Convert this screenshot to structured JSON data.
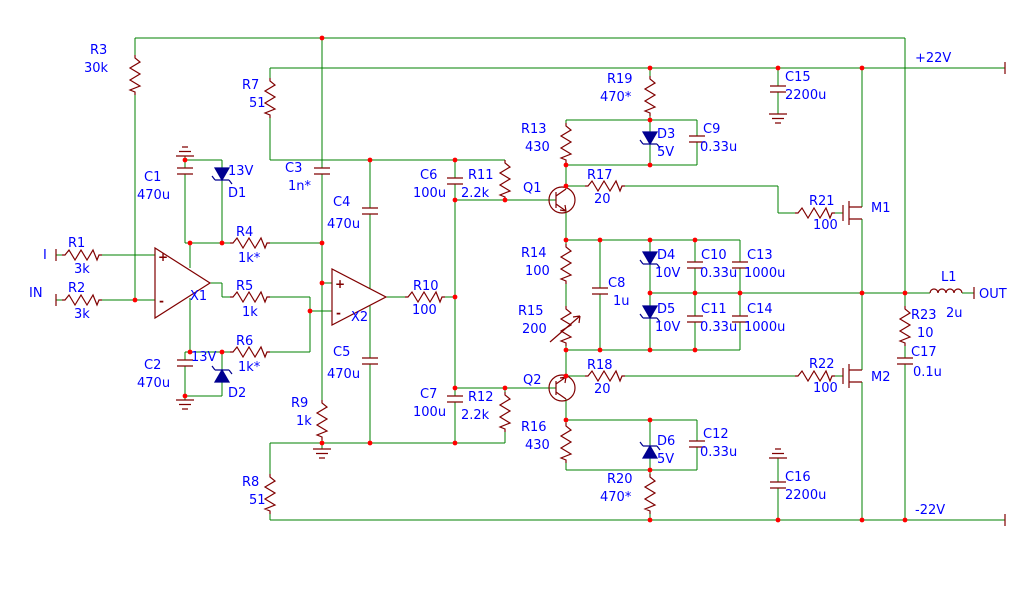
{
  "colors": {
    "wire": "#008000",
    "component": "#800000",
    "diode_fill": "#000090",
    "label_text": "#0000ff",
    "junction_dot": "#ff0000",
    "background": "#ffffff"
  },
  "power": {
    "positive_rail": "+22V",
    "negative_rail": "-22V"
  },
  "ports": {
    "input_top": "I",
    "input": "IN",
    "output": "OUT"
  },
  "opamp": {
    "plus_mark": "+",
    "minus_mark": "-"
  },
  "components": {
    "R1": {
      "ref": "R1",
      "value": "3k"
    },
    "R2": {
      "ref": "R2",
      "value": "3k"
    },
    "R3": {
      "ref": "R3",
      "value": "30k"
    },
    "R4": {
      "ref": "R4",
      "value": "1k*"
    },
    "R5": {
      "ref": "R5",
      "value": "1k"
    },
    "R6": {
      "ref": "R6",
      "value": "1k*"
    },
    "R7": {
      "ref": "R7",
      "value": "51"
    },
    "R8": {
      "ref": "R8",
      "value": "51"
    },
    "R9": {
      "ref": "R9",
      "value": "1k"
    },
    "R10": {
      "ref": "R10",
      "value": "100"
    },
    "R11": {
      "ref": "R11",
      "value": "2.2k"
    },
    "R12": {
      "ref": "R12",
      "value": "2.2k"
    },
    "R13": {
      "ref": "R13",
      "value": "430"
    },
    "R14": {
      "ref": "R14",
      "value": "100"
    },
    "R15": {
      "ref": "R15",
      "value": "200"
    },
    "R16": {
      "ref": "R16",
      "value": "430"
    },
    "R17": {
      "ref": "R17",
      "value": "20"
    },
    "R18": {
      "ref": "R18",
      "value": "20"
    },
    "R19": {
      "ref": "R19",
      "value": "470*"
    },
    "R20": {
      "ref": "R20",
      "value": "470*"
    },
    "R21": {
      "ref": "R21",
      "value": "100"
    },
    "R22": {
      "ref": "R22",
      "value": "100"
    },
    "R23": {
      "ref": "R23",
      "value": "10"
    },
    "C1": {
      "ref": "C1",
      "value": "470u"
    },
    "C2": {
      "ref": "C2",
      "value": "470u"
    },
    "C3": {
      "ref": "C3",
      "value": "1n*"
    },
    "C4": {
      "ref": "C4",
      "value": "470u"
    },
    "C5": {
      "ref": "C5",
      "value": "470u"
    },
    "C6": {
      "ref": "C6",
      "value": "100u"
    },
    "C7": {
      "ref": "C7",
      "value": "100u"
    },
    "C8": {
      "ref": "C8",
      "value": "1u"
    },
    "C9": {
      "ref": "C9",
      "value": "0.33u"
    },
    "C10": {
      "ref": "C10",
      "value": "0.33u"
    },
    "C11": {
      "ref": "C11",
      "value": "0.33u"
    },
    "C12": {
      "ref": "C12",
      "value": "0.33u"
    },
    "C13": {
      "ref": "C13",
      "value": "1000u"
    },
    "C14": {
      "ref": "C14",
      "value": "1000u"
    },
    "C15": {
      "ref": "C15",
      "value": "2200u"
    },
    "C16": {
      "ref": "C16",
      "value": "2200u"
    },
    "C17": {
      "ref": "C17",
      "value": "0.1u"
    },
    "D1": {
      "ref": "D1",
      "value": "13V"
    },
    "D2": {
      "ref": "D2",
      "value": "13V"
    },
    "D3": {
      "ref": "D3",
      "value": "5V"
    },
    "D4": {
      "ref": "D4",
      "value": "10V"
    },
    "D5": {
      "ref": "D5",
      "value": "10V"
    },
    "D6": {
      "ref": "D6",
      "value": "5V"
    },
    "L1": {
      "ref": "L1",
      "value": "2u"
    },
    "Q1": {
      "ref": "Q1"
    },
    "Q2": {
      "ref": "Q2"
    },
    "M1": {
      "ref": "M1"
    },
    "M2": {
      "ref": "M2"
    },
    "X1": {
      "ref": "X1"
    },
    "X2": {
      "ref": "X2"
    }
  }
}
